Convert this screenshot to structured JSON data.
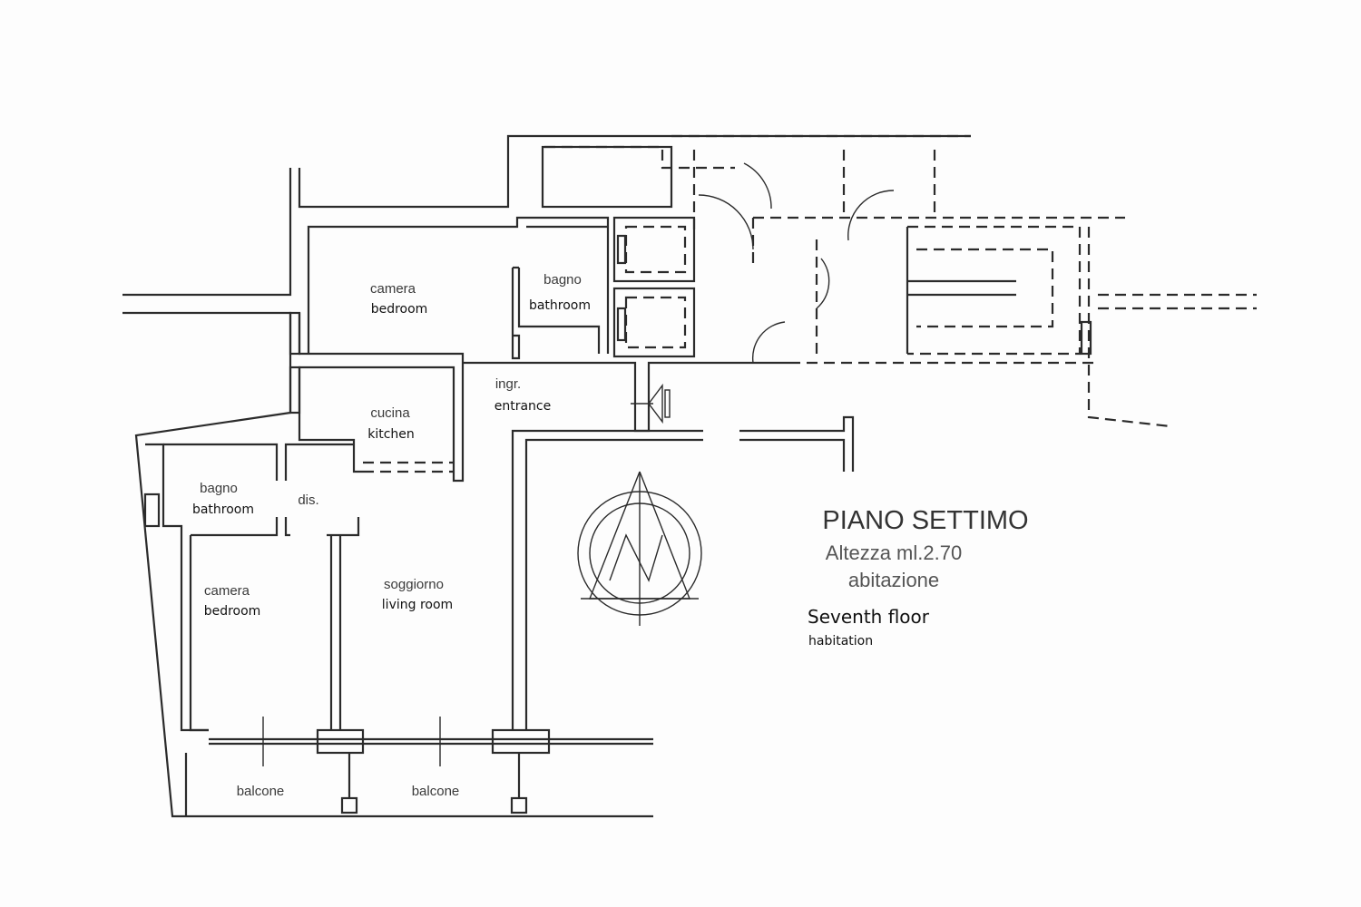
{
  "title": {
    "floor_it": "PIANO SETTIMO",
    "height": "Altezza ml.2.70",
    "use_it": "abitazione",
    "floor_en": "Seventh floor",
    "use_en": "habitation"
  },
  "rooms": [
    {
      "it": "camera",
      "en": "bedroom"
    },
    {
      "it": "bagno",
      "en": "bathroom"
    },
    {
      "it": "ingr.",
      "en": "entrance"
    },
    {
      "it": "cucina",
      "en": "kitchen"
    },
    {
      "it": "bagno",
      "en": "bathroom"
    },
    {
      "it": "dis.",
      "en": ""
    },
    {
      "it": "camera",
      "en": "bedroom"
    },
    {
      "it": "soggiorno",
      "en": "living room"
    },
    {
      "it": "balcone",
      "en": ""
    },
    {
      "it": "balcone",
      "en": ""
    }
  ],
  "compass_icon": "north-arrow-icon"
}
